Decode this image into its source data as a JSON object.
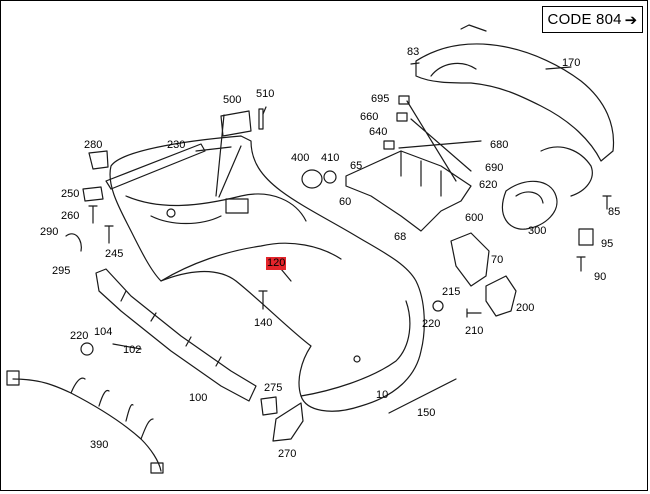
{
  "header": {
    "code_label": "CODE 804",
    "arrow": "➔"
  },
  "parts": [
    {
      "id": "p10",
      "number": "10"
    },
    {
      "id": "p65",
      "number": "65"
    },
    {
      "id": "p68",
      "number": "68"
    },
    {
      "id": "p60",
      "number": "60"
    },
    {
      "id": "p70",
      "number": "70"
    },
    {
      "id": "p83",
      "number": "83"
    },
    {
      "id": "p85",
      "number": "85"
    },
    {
      "id": "p90",
      "number": "90"
    },
    {
      "id": "p95",
      "number": "95"
    },
    {
      "id": "p100",
      "number": "100"
    },
    {
      "id": "p102",
      "number": "102"
    },
    {
      "id": "p104",
      "number": "104"
    },
    {
      "id": "p120",
      "number": "120",
      "highlighted": true
    },
    {
      "id": "p140",
      "number": "140"
    },
    {
      "id": "p150",
      "number": "150"
    },
    {
      "id": "p170",
      "number": "170"
    },
    {
      "id": "p200",
      "number": "200"
    },
    {
      "id": "p210",
      "number": "210"
    },
    {
      "id": "p215",
      "number": "215"
    },
    {
      "id": "p220a",
      "number": "220"
    },
    {
      "id": "p220b",
      "number": "220"
    },
    {
      "id": "p230",
      "number": "230"
    },
    {
      "id": "p245",
      "number": "245"
    },
    {
      "id": "p250",
      "number": "250"
    },
    {
      "id": "p260",
      "number": "260"
    },
    {
      "id": "p270",
      "number": "270"
    },
    {
      "id": "p275",
      "number": "275"
    },
    {
      "id": "p280",
      "number": "280"
    },
    {
      "id": "p290",
      "number": "290"
    },
    {
      "id": "p295",
      "number": "295"
    },
    {
      "id": "p300",
      "number": "300"
    },
    {
      "id": "p390",
      "number": "390"
    },
    {
      "id": "p400",
      "number": "400"
    },
    {
      "id": "p410",
      "number": "410"
    },
    {
      "id": "p500",
      "number": "500"
    },
    {
      "id": "p510",
      "number": "510"
    },
    {
      "id": "p600",
      "number": "600"
    },
    {
      "id": "p620",
      "number": "620"
    },
    {
      "id": "p640",
      "number": "640"
    },
    {
      "id": "p660",
      "number": "660"
    },
    {
      "id": "p680",
      "number": "680"
    },
    {
      "id": "p690",
      "number": "690"
    },
    {
      "id": "p695",
      "number": "695"
    }
  ],
  "colors": {
    "highlight": "#e4252b",
    "line": "#1a1a1a"
  }
}
